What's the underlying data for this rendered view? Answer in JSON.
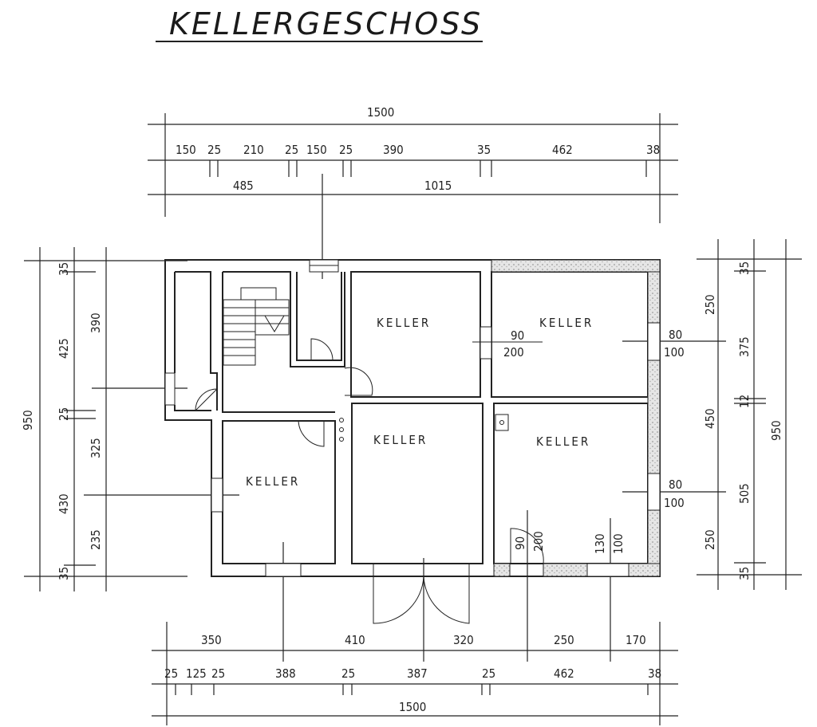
{
  "title": "KELLERGESCHOSS",
  "rooms": [
    {
      "label": "KELLER",
      "id": "upper-middle"
    },
    {
      "label": "KELLER",
      "id": "upper-right"
    },
    {
      "label": "KELLER",
      "id": "lower-center"
    },
    {
      "label": "KELLER",
      "id": "lower-right"
    },
    {
      "label": "KELLER",
      "id": "lower-left"
    }
  ],
  "dimensions": {
    "top": {
      "overall": "1500",
      "row2": [
        "150",
        "25",
        "210",
        "25",
        "150",
        "25",
        "390",
        "35",
        "462",
        "38"
      ],
      "row3": [
        "485",
        "1015"
      ]
    },
    "bottom": {
      "row1": [
        "350",
        "410",
        "320",
        "250",
        "170"
      ],
      "row2": [
        "25",
        "125",
        "25",
        "388",
        "25",
        "387",
        "25",
        "462",
        "38"
      ],
      "overall": "1500"
    },
    "left": {
      "overall": "950",
      "inner": [
        "35",
        "425",
        "25",
        "430",
        "35"
      ],
      "outer": [
        "390",
        "325",
        "235"
      ]
    },
    "right": {
      "overall": "950",
      "inner": [
        "35",
        "375",
        "12",
        "505",
        "35"
      ],
      "outer": [
        "250",
        "450",
        "250"
      ]
    },
    "openings": {
      "door_mid": {
        "w": "90",
        "h": "200"
      },
      "window_upper_right": {
        "w": "80",
        "h": "100"
      },
      "window_lower_right": {
        "w": "80",
        "h": "100"
      },
      "door_bottom_right": {
        "w": "90",
        "h": "200"
      },
      "window_bottom_right": {
        "w": "130",
        "h": "100"
      }
    }
  },
  "colors": {
    "ink": "#222222",
    "paper": "#ffffff",
    "hatch": "#bdbdbd"
  }
}
